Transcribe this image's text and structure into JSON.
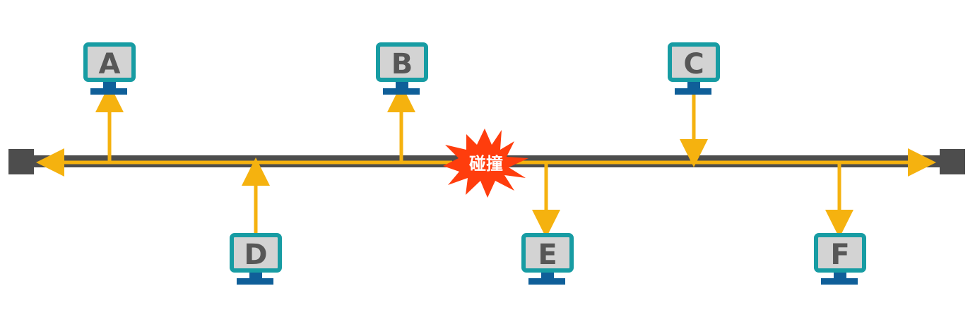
{
  "diagram": {
    "collision_label": "碰撞",
    "colors": {
      "bus": "#4d4d4d",
      "signal": "#f5b20f",
      "monitor_frame": "#179ca3",
      "monitor_screen": "#d3d3d3",
      "monitor_stand": "#0f5f99",
      "collision_fill": "#ff3d0d"
    },
    "hosts": [
      {
        "id": "A",
        "label": "A",
        "position": "top",
        "signal": "receive"
      },
      {
        "id": "B",
        "label": "B",
        "position": "top",
        "signal": "receive"
      },
      {
        "id": "C",
        "label": "C",
        "position": "top",
        "signal": "send"
      },
      {
        "id": "D",
        "label": "D",
        "position": "bottom",
        "signal": "send"
      },
      {
        "id": "E",
        "label": "E",
        "position": "bottom",
        "signal": "receive"
      },
      {
        "id": "F",
        "label": "F",
        "position": "bottom",
        "signal": "receive"
      }
    ]
  }
}
